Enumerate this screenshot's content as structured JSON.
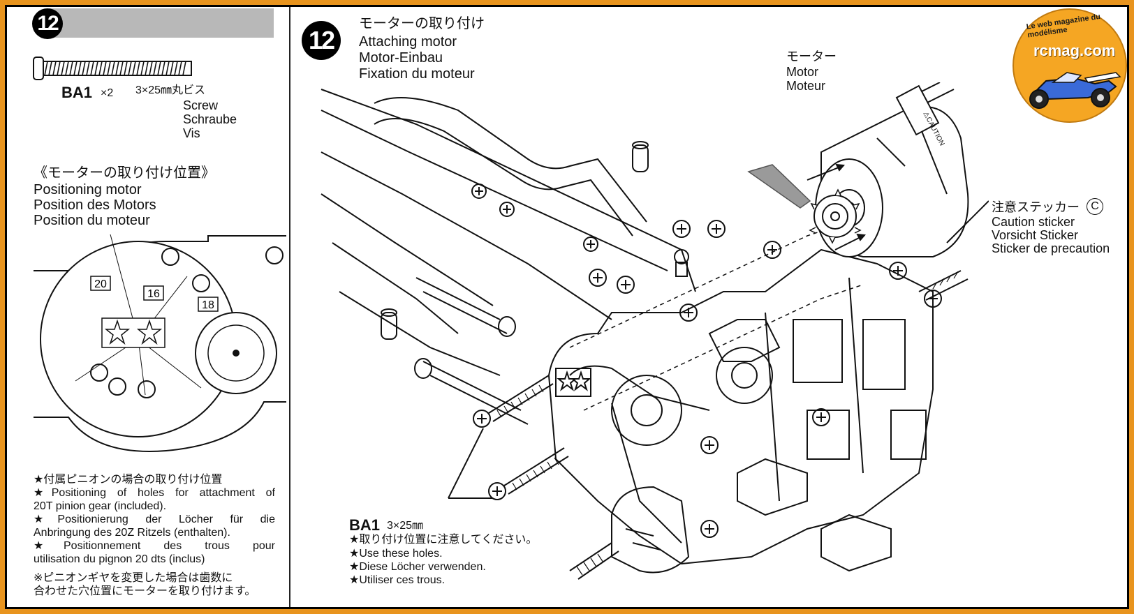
{
  "left_panel": {
    "step_number": "12",
    "part_code": "BA1",
    "part_qty": "×2",
    "part_size_jp": "3×25㎜丸ビス",
    "part_names": [
      "Screw",
      "Schraube",
      "Vis"
    ],
    "positioning_heading_jp": "《モーターの取り付け位置》",
    "positioning_lines": [
      "Positioning motor",
      "Position des Motors",
      "Position du moteur"
    ],
    "gear_labels": [
      "20",
      "16",
      "18"
    ],
    "notes": [
      "★付属ピニオンの場合の取り付け位置",
      "★Positioning of holes for attachment of",
      "20T pinion gear (included).",
      "★Positionierung der Löcher für die",
      "Anbringung des 20Z Ritzels (enthalten).",
      "★Positionnement des trous pour",
      "utilisation du pignon 20 dts (inclus)"
    ],
    "note_jp_lines": [
      "※ピニオンギヤを変更した場合は歯数に",
      "合わせた穴位置にモーターを取り付けます。"
    ]
  },
  "right_panel": {
    "step_number": "12",
    "title_jp": "モーターの取り付け",
    "title_lines": [
      "Attaching motor",
      "Motor-Einbau",
      "Fixation du moteur"
    ],
    "motor_label": [
      "モーター",
      "Motor",
      "Moteur"
    ],
    "caution_label_jp": "注意ステッカー",
    "caution_marker": "C",
    "caution_lines": [
      "Caution sticker",
      "Vorsicht Sticker",
      "Sticker de precaution"
    ],
    "motor_sticker_text": "⚠CAUTION",
    "screw_code": "BA1",
    "screw_size": "3×25㎜",
    "screw_notes": [
      "★取り付け位置に注意してください。",
      "★Use these holes.",
      "★Diese Löcher verwenden.",
      "★Utiliser ces trous."
    ]
  },
  "logo": {
    "brand": "rcmag.com",
    "tagline": "Le web magazine du modélisme"
  },
  "colors": {
    "frame_orange": "#e8941e",
    "step_bar_gray": "#b8b8b8",
    "logo_orange": "#f5a623"
  }
}
